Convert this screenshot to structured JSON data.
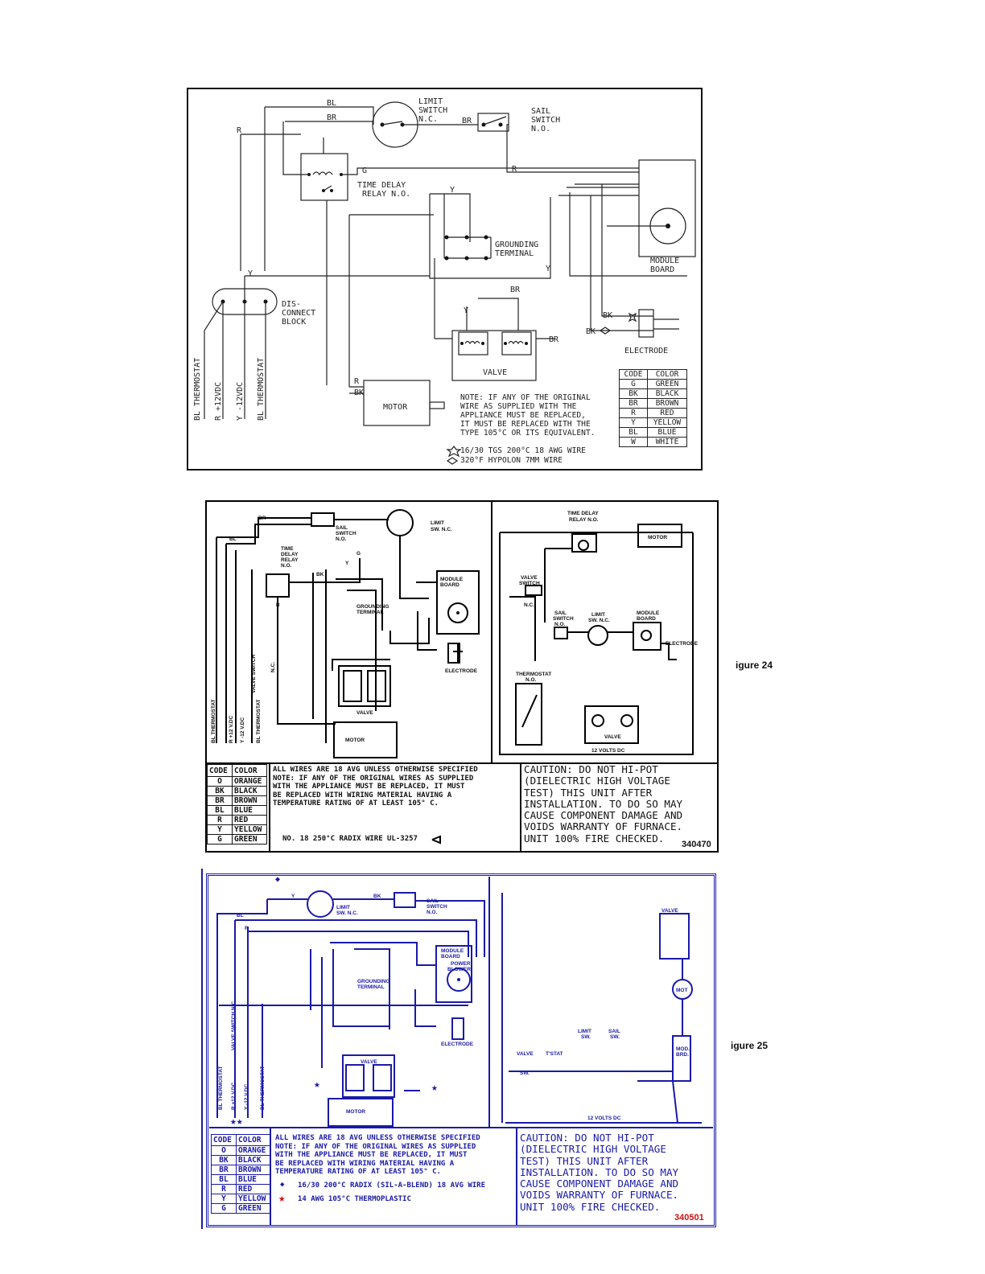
{
  "diagram1": {
    "labels": {
      "bl_top": "BL",
      "br_top": "BR",
      "r_left": "R",
      "br_mid": "BR",
      "g": "G",
      "r_mid": "R",
      "y_top": "Y",
      "y_mid": "Y",
      "y_left": "Y",
      "br_valve": "BR",
      "br_valve2": "BR",
      "y_valve": "Y",
      "r_motor": "R",
      "bk_motor": "BK",
      "bk1": "BK",
      "bk2": "BK",
      "limit1": "LIMIT",
      "limit2": "SWITCH",
      "limit3": "N.C.",
      "sail1": "SAIL",
      "sail2": "SWITCH",
      "sail3": "N.O.",
      "tdr1": "TIME DELAY",
      "tdr2": "RELAY N.O.",
      "gnd1": "GROUNDING",
      "gnd2": "TERMINAL",
      "module1": "MODULE",
      "module2": "BOARD",
      "disc1": "DIS-",
      "disc2": "CONNECT",
      "disc3": "BLOCK",
      "electrode": "ELECTRODE",
      "valve": "VALVE",
      "motor": "MOTOR",
      "term1": "BL THERMOSTAT",
      "term2": "R +12VDC",
      "term3": "Y -12VDC",
      "term4": "BL THERMOSTAT"
    },
    "note": "NOTE: IF ANY OF THE ORIGINAL\nWIRE AS SUPPLIED WITH THE\nAPPLIANCE MUST BE REPLACED,\nIT MUST BE REPLACED WITH THE\nTYPE 105°C OR ITS EQUIVALENT.",
    "legend1": "16/30 TGS 200°C 18 AWG WIRE",
    "legend2": "320°F HYPOLON 7MM WIRE",
    "code_header": [
      "CODE",
      "COLOR"
    ],
    "codes": [
      [
        "G",
        "GREEN"
      ],
      [
        "BK",
        "BLACK"
      ],
      [
        "BR",
        "BROWN"
      ],
      [
        "R",
        "RED"
      ],
      [
        "Y",
        "YELLOW"
      ],
      [
        "BL",
        "BLUE"
      ],
      [
        "W",
        "WHITE"
      ]
    ]
  },
  "diagram2": {
    "caption": "igure 24",
    "number": "340470",
    "labels": {
      "br": "BR",
      "bl": "BL",
      "sail": "SAIL",
      "sail2": "SWITCH",
      "sail3": "N.O.",
      "limit": "LIMIT",
      "limit2": "SW. N.C.",
      "tdr": "TIME",
      "tdr2": "DELAY",
      "tdr3": "RELAY",
      "tdr4": "N.O.",
      "g": "G",
      "y": "Y",
      "bk": "BK",
      "r": "R",
      "module": "MODULE",
      "module2": "BOARD",
      "gnd": "GROUNDING",
      "gnd2": "TERMINAL",
      "electrode": "ELECTRODE",
      "valve_sw": "VALVE SWITCH",
      "nc": "N.C.",
      "valve": "VALVE",
      "motor": "MOTOR",
      "term1": "BL THERMOSTAT",
      "term2": "R +12 V.DC",
      "term3": "Y -12 V.DC",
      "term4": "BL THERMOSTAT",
      "r_tdr": "TIME DELAY",
      "r_tdr2": "RELAY N.O.",
      "r_motor": "MOTOR",
      "r_vs": "VALVE",
      "r_vs2": "SWITCH",
      "r_vs3": "N.C.",
      "r_sail": "SAIL",
      "r_sail2": "SWITCH",
      "r_sail3": "N.O.",
      "r_limit": "LIMIT",
      "r_limit2": "SW. N.C.",
      "r_module": "MODULE",
      "r_module2": "BOARD",
      "r_electrode": "ELECTRODE",
      "r_tstat": "THERMOSTAT",
      "r_tstat2": "N.O.",
      "r_valve": "VALVE",
      "r_volts": "12 VOLTS DC"
    },
    "code_header": [
      "CODE",
      "COLOR"
    ],
    "codes": [
      [
        "O",
        "ORANGE"
      ],
      [
        "BK",
        "BLACK"
      ],
      [
        "BR",
        "BROWN"
      ],
      [
        "BL",
        "BLUE"
      ],
      [
        "R",
        "RED"
      ],
      [
        "Y",
        "YELLOW"
      ],
      [
        "G",
        "GREEN"
      ]
    ],
    "note": "ALL WIRES ARE 18 AVG UNLESS OTHERWISE SPECIFIED\nNOTE: IF ANY OF THE ORIGINAL WIRES AS SUPPLIED\nWITH THE APPLIANCE MUST BE REPLACED, IT MUST\nBE REPLACED WITH WIRING MATERIAL HAVING A\nTEMPERATURE RATING OF AT LEAST 105° C.",
    "legend": "NO. 18 250°C RADIX WIRE UL-3257",
    "caution": "CAUTION: DO NOT HI-POT\n(DIELECTRIC HIGH VOLTAGE\nTEST) THIS UNIT AFTER\nINSTALLATION. TO DO SO MAY\nCAUSE COMPONENT DAMAGE AND\nVOIDS WARRANTY OF FURNACE.\nUNIT 100% FIRE CHECKED."
  },
  "diagram3": {
    "caption": "igure 25",
    "number": "340501",
    "labels": {
      "y": "Y",
      "bk": "BK",
      "bl": "BL",
      "r": "R",
      "limit": "LIMIT",
      "limit2": "SW. N.C.",
      "sail": "SAIL",
      "sail2": "SWITCH",
      "sail3": "N.O.",
      "module": "MODULE",
      "module2": "BOARD",
      "power": "POWER",
      "blower": "BLOWER",
      "gnd": "GROUNDING",
      "gnd2": "TERMINAL",
      "electrode": "ELECTRODE",
      "valve": "VALVE",
      "motor": "MOTOR",
      "valve_sw": "VALVE SWITCH N.C.",
      "term1": "BL THERMOSTAT",
      "term2": "R +12 V.DC",
      "term3": "Y -12 V.DC",
      "term4": "BL THERMOSTAT",
      "r_valve": "VALVE",
      "r_mot": "MOT",
      "r_limit": "LIMIT",
      "r_limit2": "SW.",
      "r_sail": "SAIL",
      "r_sail2": "SW.",
      "r_valve_sw": "VALVE",
      "r_valve_sw2": "SW.",
      "r_tstat": "T'STAT",
      "r_mod": "MOD.",
      "r_mod2": "BRD.",
      "r_volts": "12 VOLTS DC"
    },
    "code_header": [
      "CODE",
      "COLOR"
    ],
    "codes": [
      [
        "O",
        "ORANGE"
      ],
      [
        "BK",
        "BLACK"
      ],
      [
        "BR",
        "BROWN"
      ],
      [
        "BL",
        "BLUE"
      ],
      [
        "R",
        "RED"
      ],
      [
        "Y",
        "YELLOW"
      ],
      [
        "G",
        "GREEN"
      ]
    ],
    "note": "ALL WIRES ARE 18 AVG UNLESS OTHERWISE SPECIFIED\nNOTE: IF ANY OF THE ORIGINAL WIRES AS SUPPLIED\nWITH THE APPLIANCE MUST BE REPLACED, IT MUST\nBE REPLACED WITH WIRING MATERIAL HAVING A\nTEMPERATURE RATING OF AT LEAST 105° C.",
    "legend1": "16/30 200°C RADIX (SIL-A-BLEND) 18 AVG WIRE",
    "legend2": "14 AWG 105°C THERMOPLASTIC",
    "caution": "CAUTION: DO NOT HI-POT\n(DIELECTRIC HIGH VOLTAGE\nTEST) THIS UNIT AFTER\nINSTALLATION. TO DO SO MAY\nCAUSE COMPONENT DAMAGE AND\nVOIDS WARRANTY OF FURNACE.\nUNIT 100% FIRE CHECKED.",
    "colors": {
      "blue": "#1a1aa8",
      "red": "#cc1111"
    }
  }
}
